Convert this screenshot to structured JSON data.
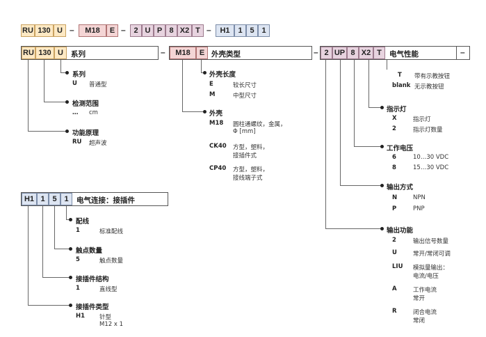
{
  "code_row": {
    "cells": [
      "RU",
      "130",
      "U",
      "M18",
      "E",
      "2",
      "U",
      "P",
      "8",
      "X2",
      "T",
      "H1",
      "1",
      "5",
      "1"
    ],
    "dash": "–"
  },
  "header": {
    "series_label": "系列",
    "housing_type_label": "外壳类型",
    "electrical_label": "电气性能",
    "dash": "–"
  },
  "left_sections": {
    "series": {
      "title": "系列",
      "items": [
        {
          "key": "U",
          "value": "普通型"
        }
      ]
    },
    "range": {
      "title": "检测范围",
      "items": [
        {
          "key": "…",
          "value": "cm"
        }
      ]
    },
    "principle": {
      "title": "功能原理",
      "items": [
        {
          "key": "RU",
          "value": "超声波"
        }
      ]
    }
  },
  "housing_sections": {
    "length": {
      "title": "外壳长度",
      "items": [
        {
          "key": "E",
          "value": "较长尺寸"
        },
        {
          "key": "M",
          "value": "中型尺寸"
        }
      ]
    },
    "housing": {
      "title": "外壳",
      "items": [
        {
          "key": "M18",
          "line1": "圆柱通螺纹，金属，",
          "line2": "Φ [mm]"
        },
        {
          "key": "CK40",
          "line1": "方型，塑料，",
          "line2": "接插件式"
        },
        {
          "key": "CP40",
          "line1": "方型，塑料，",
          "line2": "接线端子式"
        }
      ]
    }
  },
  "electrical_sections": {
    "teach": {
      "items": [
        {
          "key": "T",
          "value": "带有示教按钮"
        },
        {
          "key": "blank",
          "value": "无示教按钮"
        }
      ]
    },
    "indicator": {
      "title": "指示灯",
      "items": [
        {
          "key": "X",
          "value": "指示灯"
        },
        {
          "key": "2",
          "value": "指示灯数量"
        }
      ]
    },
    "voltage": {
      "title": "工作电压",
      "items": [
        {
          "key": "6",
          "value": "10…30 VDC"
        },
        {
          "key": "8",
          "value": "15…30 VDC"
        }
      ]
    },
    "output_mode": {
      "title": "输出方式",
      "items": [
        {
          "key": "N",
          "value": "NPN"
        },
        {
          "key": "P",
          "value": "PNP"
        }
      ]
    },
    "output_function": {
      "title": "输出功能",
      "items": [
        {
          "key": "2",
          "line1": "输出信号数量",
          "line2": ""
        },
        {
          "key": "U",
          "line1": "常开/常闭可调",
          "line2": ""
        },
        {
          "key": "LIU",
          "line1": "模拟量输出：",
          "line2": "电流/电压"
        },
        {
          "key": "A",
          "line1": "工作电流",
          "line2": "常开"
        },
        {
          "key": "R",
          "line1": "闭合电流",
          "line2": "常闭"
        }
      ]
    }
  },
  "connection": {
    "cells": [
      "H1",
      "1",
      "5",
      "1"
    ],
    "label": "电气连接：接插件",
    "wiring": {
      "title": "配线",
      "items": [
        {
          "key": "1",
          "value": "标准配线"
        }
      ]
    },
    "contacts": {
      "title": "触点数量",
      "items": [
        {
          "key": "5",
          "value": "触点数量"
        }
      ]
    },
    "structure": {
      "title": "接插件结构",
      "items": [
        {
          "key": "1",
          "value": "直线型"
        }
      ]
    },
    "type": {
      "title": "接插件类型",
      "items": [
        {
          "key": "H1",
          "line1": "针型",
          "line2": "M12 x 1"
        }
      ]
    }
  }
}
